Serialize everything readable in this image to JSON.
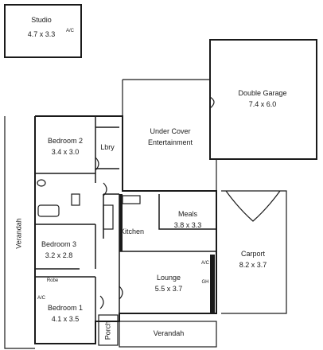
{
  "rooms": {
    "studio": {
      "name": "Studio",
      "size": "4.7 x 3.3",
      "tag": "A/C"
    },
    "bedroom2": {
      "name": "Bedroom 2",
      "size": "3.4 x 3.0"
    },
    "bedroom3": {
      "name": "Bedroom 3",
      "size": "3.2 x 2.8"
    },
    "bedroom1": {
      "name": "Bedroom 1",
      "size": "4.1 x 3.5",
      "tag": "A/C",
      "robe": "Robe"
    },
    "library": {
      "name": "Lbry"
    },
    "kitchen": {
      "name": "Kitchen"
    },
    "meals": {
      "name": "Meals",
      "size": "3.8 x 3.3"
    },
    "lounge": {
      "name": "Lounge",
      "size": "5.5 x 3.7",
      "tag_ac": "A/C",
      "tag_gh": "GH"
    },
    "entertain": {
      "line1": "Under Cover",
      "line2": "Entertainment"
    },
    "garage": {
      "name": "Double Garage",
      "size": "7.4 x 6.0"
    },
    "carport": {
      "name": "Carport",
      "size": "8.2 x 3.7"
    },
    "porch": {
      "name": "Porch"
    },
    "verandah_left": {
      "name": "Verandah"
    },
    "verandah_bot": {
      "name": "Verandah"
    }
  },
  "style": {
    "line_color": "#1a1a1a",
    "background": "#ffffff"
  }
}
